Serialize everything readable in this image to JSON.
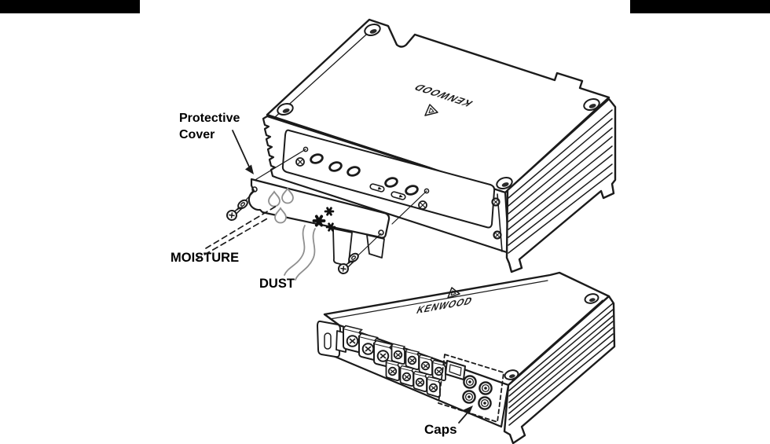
{
  "page": {
    "background": "#ffffff",
    "header_bar_color": "#000000"
  },
  "diagram": {
    "brand": "KENWOOD",
    "labels": {
      "protective_cover_line1": "Protective",
      "protective_cover_line2": "Cover",
      "moisture": "MOISTURE",
      "dust": "DUST",
      "caps": "Caps"
    },
    "colors": {
      "line": "#1b1b1b",
      "soft_gray": "#8f8f8f",
      "label_text": "#000000"
    }
  }
}
